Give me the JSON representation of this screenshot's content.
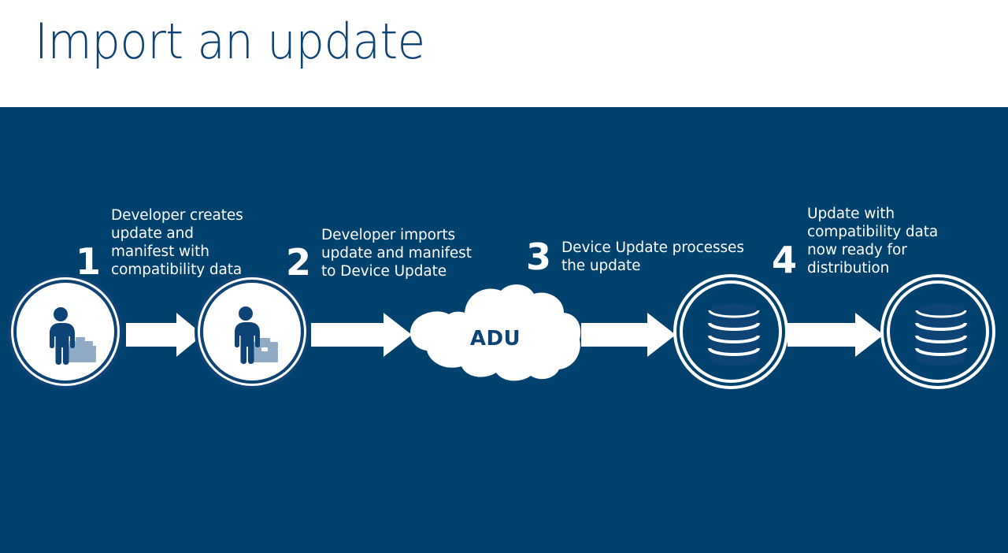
{
  "slide": {
    "title": "Import an update",
    "title_color": "#0c4375",
    "band_color": "#00416e",
    "accent_color": "#ffffff",
    "icon_dark_blue": "#0d4375",
    "briefcase_color": "#8fabc6"
  },
  "steps": [
    {
      "number": "1",
      "text": "Developer creates\nupdate and\nmanifest with\ncompatibility data",
      "icon": "person-with-briefcase-icon"
    },
    {
      "number": "2",
      "text": "Developer imports\nupdate and manifest\nto Device Update",
      "icon": "person-with-briefcase-icon"
    },
    {
      "number": "3",
      "text": "Device Update processes\nthe update",
      "icon": "database-icon"
    },
    {
      "number": "4",
      "text": "Update with\ncompatibility data\nnow ready for\ndistribution",
      "icon": "database-icon"
    }
  ],
  "cloud": {
    "label": "ADU",
    "icon": "cloud-icon"
  },
  "arrows": [
    {
      "name": "arrow-step1-to-step2"
    },
    {
      "name": "arrow-step2-to-cloud"
    },
    {
      "name": "arrow-cloud-to-step3"
    },
    {
      "name": "arrow-step3-to-step4"
    }
  ]
}
